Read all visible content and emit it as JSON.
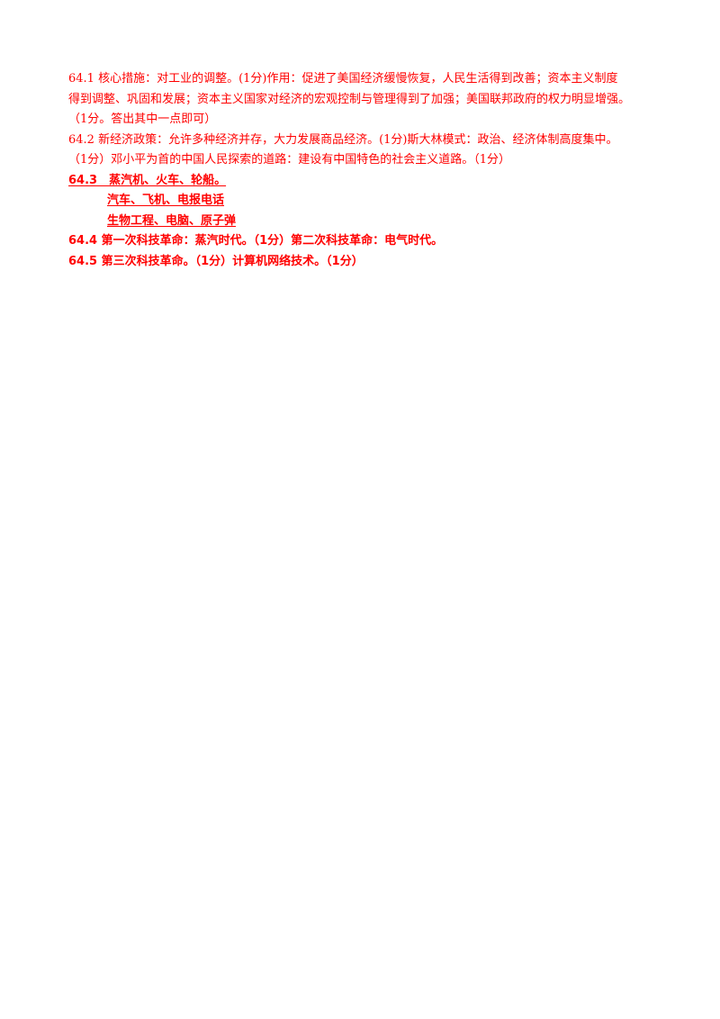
{
  "answers": {
    "q64_1": {
      "line1": "64.1 核心措施：对工业的调整。(1分)作用：促进了美国经济缓慢恢复，人民生活得到改善；资本主义制度",
      "line2": "得到调整、巩固和发展；资本主义国家对经济的宏观控制与管理得到了加强；美国联邦政府的权力明显增强。",
      "line3": "（1分。答出其中一点即可）"
    },
    "q64_2": {
      "line1": "64.2 新经济政策：允许多种经济并存，大力发展商品经济。(1分)斯大林模式：政治、经济体制高度集中。",
      "line2": "（1分）邓小平为首的中国人民探索的道路：建设有中国特色的社会主义道路。（1分）"
    },
    "q64_3": {
      "line1": "64.3　蒸汽机、火车、轮船。",
      "line2": "汽车、飞机、电报电话",
      "line3": "生物工程、电脑、原子弹"
    },
    "q64_4": {
      "line1": "64.4 第一次科技革命：蒸汽时代。（1分）第二次科技革命：电气时代。"
    },
    "q64_5": {
      "line1": "64.5 第三次科技革命。（1分）计算机网络技术。（1分）"
    }
  },
  "colors": {
    "text": "#ff0000",
    "background": "#ffffff"
  }
}
